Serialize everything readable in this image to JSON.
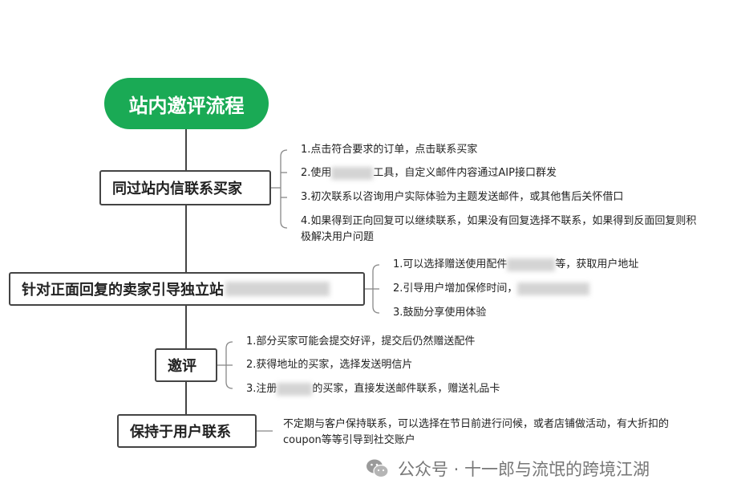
{
  "root": {
    "title": "站内邀评流程"
  },
  "nodes": [
    {
      "label": "同过站内信联系买家",
      "items": [
        {
          "pre": "1.点击符合要求的订单，点击联系买家",
          "post": ""
        },
        {
          "pre": "2.使用",
          "post": "工具，自定义邮件内容通过AIP接口群发"
        },
        {
          "pre": "3.初次联系以咨询用户实际体验为主题发送邮件，或其他售后关怀借口",
          "post": ""
        },
        {
          "pre": "4.如果得到正向回复可以继续联系，如果没有回复选择不联系，如果得到反面回复则积",
          "post": "极解决用户问题"
        }
      ]
    },
    {
      "label": "针对正面回复的卖家引导独立站",
      "items": [
        {
          "pre": "1.可以选择赠送使用配件",
          "post": "等，获取用户地址"
        },
        {
          "pre": "2.引导用户增加保修时间，",
          "post": ""
        },
        {
          "pre": "3.鼓励分享使用体验",
          "post": ""
        }
      ]
    },
    {
      "label": "邀评",
      "items": [
        {
          "pre": "1.部分买家可能会提交好评，提交后仍然赠送配件",
          "post": ""
        },
        {
          "pre": "2.获得地址的买家，选择发送明信片",
          "post": ""
        },
        {
          "pre": "3.注册",
          "post": "的买家，直接发送邮件联系，赠送礼品卡"
        }
      ]
    },
    {
      "label": "保持于用户联系",
      "items": [
        {
          "pre": "不定期与客户保持联系，可以选择在节日前进行问候，或者店铺做活动，有大折扣的",
          "post": "coupon等等引导到社交账户"
        }
      ]
    }
  ],
  "watermark": {
    "text": "公众号 · 十一郎与流氓的跨境江湖",
    "icon": "wechat-icon"
  },
  "colors": {
    "root_bg": "#1aaa55",
    "line": "#444444",
    "box_border": "#444444"
  }
}
